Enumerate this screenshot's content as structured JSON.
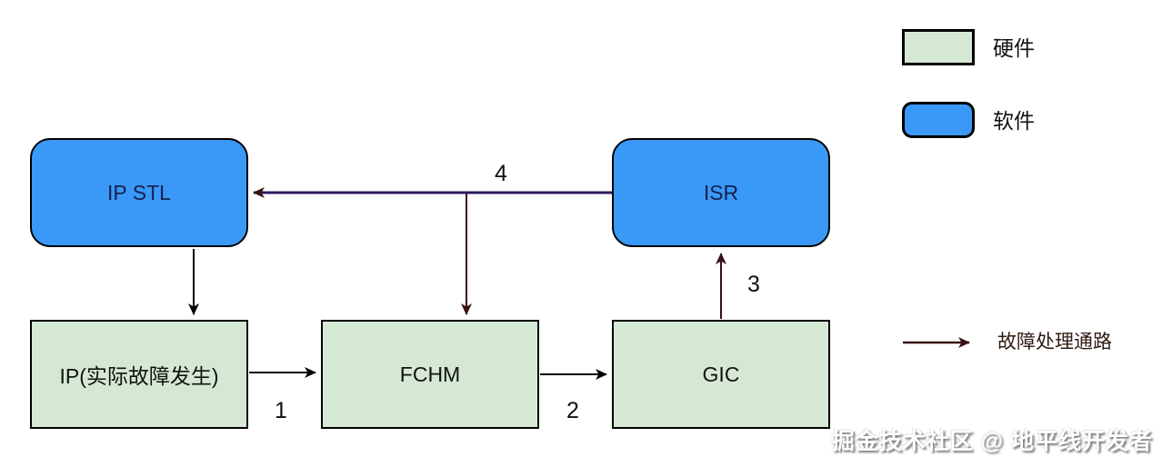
{
  "diagram": {
    "nodes": [
      {
        "id": "ip-stl",
        "label": "IP STL",
        "type": "software"
      },
      {
        "id": "isr",
        "label": "ISR",
        "type": "software"
      },
      {
        "id": "ip",
        "label": "IP(实际故障发生)",
        "type": "hardware"
      },
      {
        "id": "fchm",
        "label": "FCHM",
        "type": "hardware"
      },
      {
        "id": "gic",
        "label": "GIC",
        "type": "hardware"
      }
    ],
    "edges": [
      {
        "from": "ip-stl",
        "to": "ip",
        "label": "",
        "style": "plain"
      },
      {
        "from": "ip",
        "to": "fchm",
        "label": "1",
        "style": "plain"
      },
      {
        "from": "fchm",
        "to": "gic",
        "label": "2",
        "style": "plain"
      },
      {
        "from": "gic",
        "to": "isr",
        "label": "3",
        "style": "fault-path"
      },
      {
        "from": "isr",
        "to": "ip-stl",
        "label": "4",
        "style": "fault-path"
      },
      {
        "from": "isr",
        "to": "fchm",
        "label": "",
        "style": "fault-path"
      }
    ]
  },
  "legend": {
    "items": [
      {
        "label": "硬件",
        "swatch": "hardware"
      },
      {
        "label": "软件",
        "swatch": "software"
      },
      {
        "label": "故障处理通路",
        "swatch": "fault-path-arrow"
      }
    ]
  },
  "colors": {
    "hardware_fill": "#d5e8d4",
    "software_fill": "#3a99f7",
    "fault_path": "#3a1116",
    "return_line": "#2d1a5e",
    "plain_arrow": "#000000",
    "software_text": "#16214d"
  },
  "watermark": {
    "text": "掘金技术社区 @ 地平线开发者"
  }
}
